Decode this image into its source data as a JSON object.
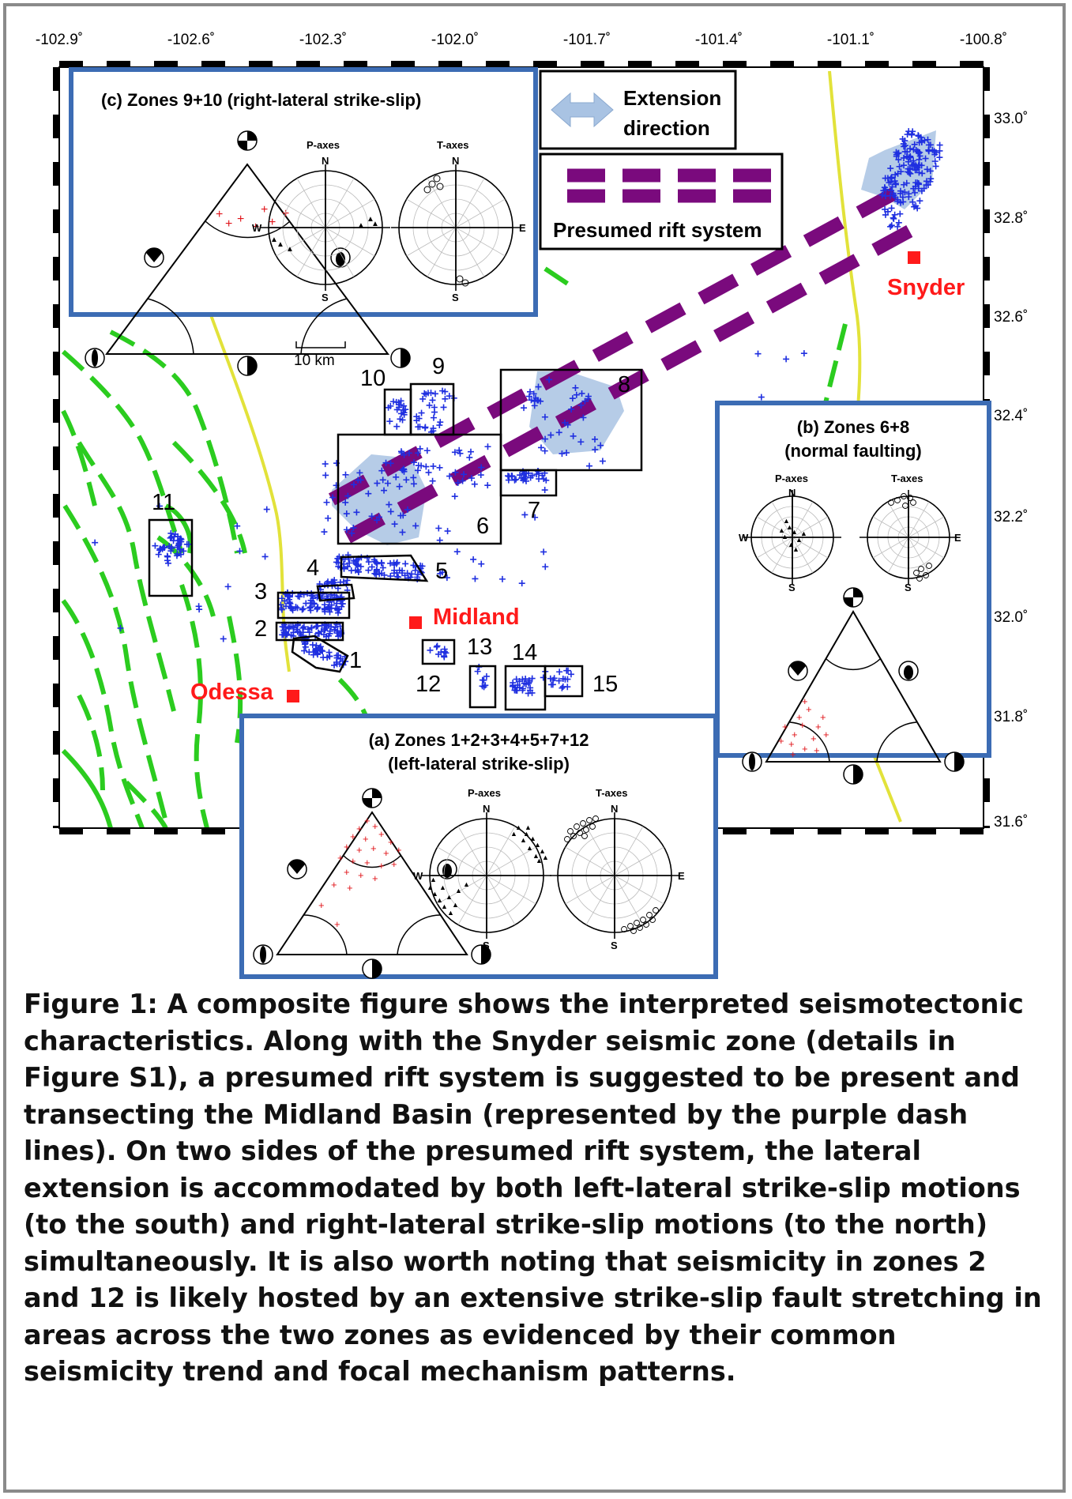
{
  "map": {
    "lon_ticks": [
      "-102.9˚",
      "-102.6˚",
      "-102.3˚",
      "-102.0˚",
      "-101.7˚",
      "-101.4˚",
      "-101.1˚",
      "-100.8˚"
    ],
    "lat_ticks": [
      "33.0˚",
      "32.8˚",
      "32.6˚",
      "32.4˚",
      "32.2˚",
      "32.0˚",
      "31.8˚",
      "31.6˚"
    ],
    "scale_bar": "10 km",
    "zone_labels": [
      "1",
      "2",
      "3",
      "4",
      "5",
      "6",
      "7",
      "8",
      "9",
      "10",
      "11",
      "12",
      "13",
      "14",
      "15"
    ],
    "cities": [
      "Snyder",
      "Midland",
      "Odessa"
    ],
    "colors": {
      "seismicity": "#1f2fe0",
      "faults": "#2bcc1f",
      "basin_boundary": "#e2e23a",
      "rift": "#7a0a7d",
      "extension": "#a9c3e3",
      "city": "#ff1a1a",
      "inset_border": "#3c6cb4"
    }
  },
  "legend": {
    "extension_line1": "Extension",
    "extension_line2": "direction",
    "rift_label": "Presumed rift system"
  },
  "insets": {
    "a": {
      "title_line1": "(a) Zones 1+2+3+4+5+7+12",
      "title_line2": "(left-lateral strike-slip)",
      "p_title": "P-axes",
      "t_title": "T-axes"
    },
    "b": {
      "title_line1": "(b) Zones 6+8",
      "title_line2": "(normal faulting)",
      "p_title": "P-axes",
      "t_title": "T-axes"
    },
    "c": {
      "title": "(c) Zones 9+10 (right-lateral strike-slip)",
      "p_title": "P-axes",
      "t_title": "T-axes"
    },
    "compass": {
      "n": "N",
      "s": "S",
      "w": "W",
      "e": "E"
    }
  },
  "caption": "Figure 1: A composite figure shows the interpreted seismotectonic characteristics. Along with the Snyder seismic zone (details in Figure S1), a presumed rift system is suggested to be present and transecting the Midland Basin (represented by the purple dash lines). On two sides of the presumed rift system, the lateral extension is accommodated by both left-lateral strike-slip motions (to the south) and right-lateral strike-slip motions (to the north) simultaneously. It is also worth noting that seismicity in zones 2 and 12 is likely hosted by an extensive strike-slip fault stretching in areas across the two zones as evidenced by their common seismicity trend and focal mechanism patterns."
}
